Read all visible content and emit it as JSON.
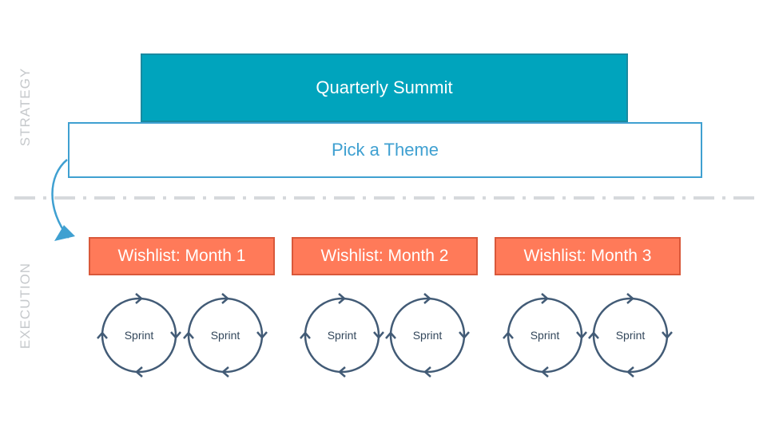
{
  "labels": {
    "strategy": "STRATEGY",
    "execution": "EXECUTION"
  },
  "summit": {
    "label": "Quarterly Summit"
  },
  "theme": {
    "label": "Pick a Theme"
  },
  "wishlists": [
    {
      "label": "Wishlist: Month 1"
    },
    {
      "label": "Wishlist: Month 2"
    },
    {
      "label": "Wishlist: Month 3"
    }
  ],
  "sprints": [
    {
      "label": "Sprint"
    },
    {
      "label": "Sprint"
    },
    {
      "label": "Sprint"
    },
    {
      "label": "Sprint"
    },
    {
      "label": "Sprint"
    },
    {
      "label": "Sprint"
    }
  ],
  "colors": {
    "summit": "#00a4bd",
    "theme_border": "#3fa0d1",
    "wishlist": "#ff7a59",
    "sprint_stroke": "#425b76",
    "divider": "#d6d9dc",
    "side_label": "#c6c9cc",
    "arrow": "#3fa0d1"
  }
}
